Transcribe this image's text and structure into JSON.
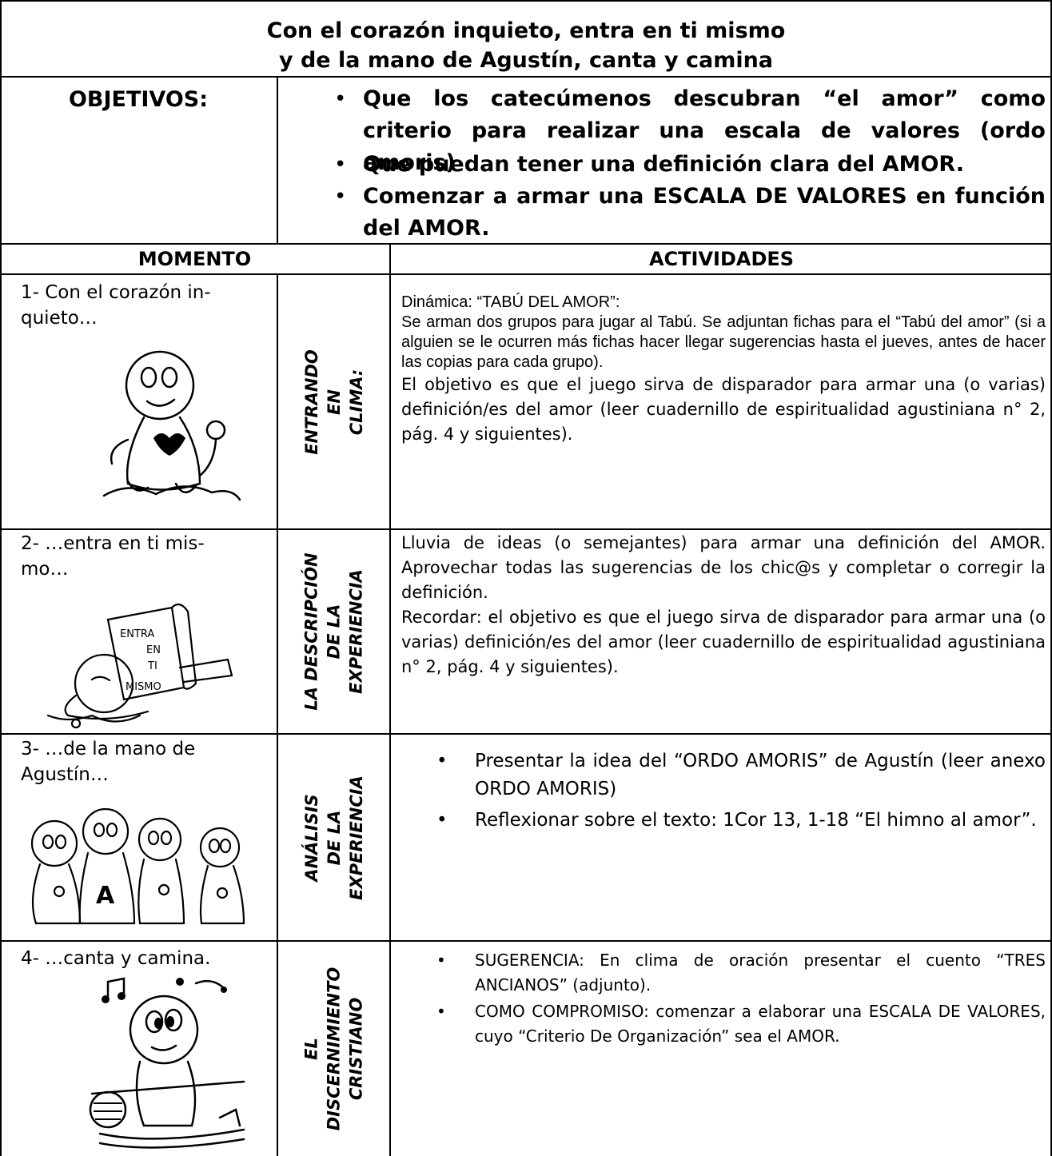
{
  "title": {
    "line1": "Con el corazón inquieto, entra en ti mismo",
    "line2": "y de la mano de Agustín, canta y camina"
  },
  "objetivos": {
    "label": "OBJETIVOS:",
    "items": [
      "Que los catecúmenos descubran “el amor” como criterio para realizar una escala de valores (ordo amoris)",
      "Que puedan tener una definición clara del AMOR.",
      "Comenzar a armar una ESCALA DE VALORES en función del AMOR."
    ]
  },
  "headers": {
    "momento": "MOMENTO",
    "actividades": "ACTIVIDADES"
  },
  "rows": [
    {
      "momento_line1": "1- Con el corazón in-",
      "momento_line2": "quieto…",
      "stage_lines": [
        "ENTRANDO",
        "EN",
        "CLIMA:"
      ],
      "act_p1": "Dinámica: “TABÚ DEL AMOR”:",
      "act_p2": "Se arman dos grupos para jugar al Tabú. Se adjuntan fichas para el “Tabú del amor” (si a alguien se le ocurren más fichas hacer llegar sugerencias hasta el jueves, antes de hacer las copias para cada grupo).",
      "act_p3": "El objetivo es que el juego sirva de disparador para armar una (o varias) definición/es del amor (leer cuadernillo de espiritualidad agustiniana n° 2, pág. 4 y siguientes).",
      "illustration": "child-with-flower"
    },
    {
      "momento_line1": "2- …entra en ti mis-",
      "momento_line2": "mo…",
      "stage_lines": [
        "LA DESCRIPCIÓN",
        "DE LA",
        "EXPERIENCIA"
      ],
      "act_p1": "Lluvia de ideas (o semejantes) para armar una definición del AMOR. Aprovechar todas las sugerencias de los chic@s y completar o corregir la definición.",
      "act_p2": "Recordar: el objetivo es que el juego sirva de disparador para armar una (o varias) definición/es del amor (leer cuadernillo de espiritualidad agustiniana n° 2, pág. 4 y siguientes).",
      "illustration": "child-with-scroll",
      "scroll_text": [
        "ENTRA",
        "EN",
        "TI",
        "MISMO"
      ]
    },
    {
      "momento_line1": "3- …de la mano de",
      "momento_line2": "Agustín…",
      "stage_lines": [
        "ANÁLISIS",
        "DE LA",
        "EXPERIENCIA"
      ],
      "bullets": [
        "Presentar la idea del “ORDO AMORIS” de Agustín (leer anexo ORDO AMORIS)",
        "Reflexionar sobre el texto: 1Cor 13, 1-18 “El himno al amor”."
      ],
      "illustration": "group-of-children",
      "badge_letter": "A"
    },
    {
      "momento_line1": "4- …canta y camina.",
      "stage_lines": [
        "EL",
        "DISCERNIMIENTO",
        "CRISTIANO"
      ],
      "bullets": [
        "SUGERENCIA: En clima de oración presentar el cuento “TRES ANCIANOS” (adjunto).",
        "COMO COMPROMISO: comenzar a elaborar una ESCALA DE VALORES, cuyo “Criterio De Organización” sea el AMOR."
      ],
      "illustration": "walking-child-with-music"
    }
  ]
}
